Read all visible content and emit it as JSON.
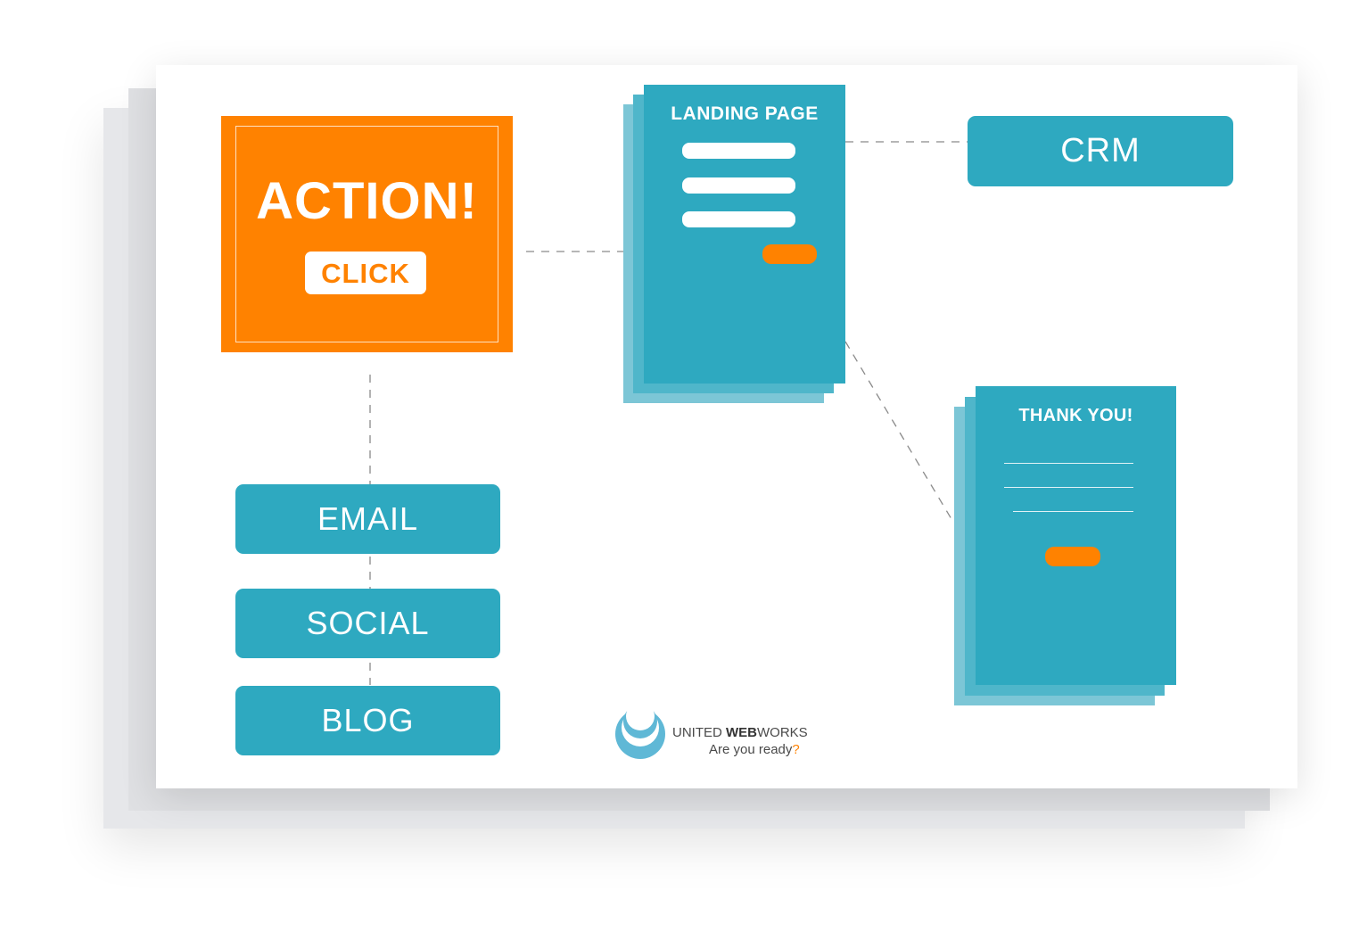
{
  "action_box": {
    "title": "ACTION!",
    "button_label": "CLICK"
  },
  "channels": [
    "EMAIL",
    "SOCIAL",
    "BLOG"
  ],
  "landing_page": {
    "title": "LANDING PAGE"
  },
  "crm": {
    "label": "CRM"
  },
  "thank_you": {
    "title": "THANK YOU!"
  },
  "logo": {
    "name_plain_1": "UNITED ",
    "name_bold": "WEB",
    "name_plain_2": "WORKS",
    "tagline": "Are you ready",
    "tagline_mark": "?"
  },
  "colors": {
    "accent_orange": "#ff8200",
    "teal": "#2ea9c0",
    "teal_light": "#7cc6d6"
  }
}
